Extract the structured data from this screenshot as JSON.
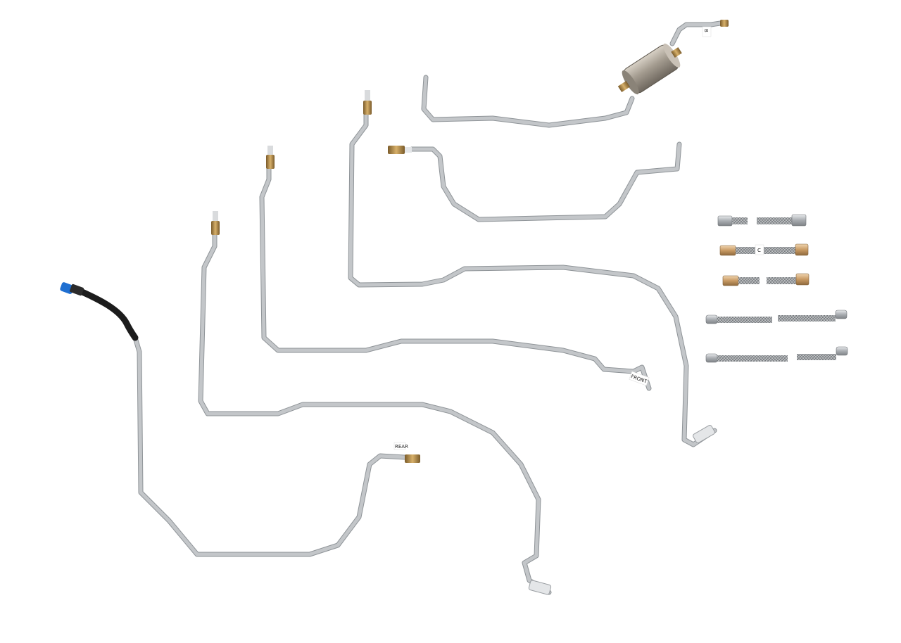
{
  "scene": {
    "background_color": "#ffffff",
    "tube_color": "#b8bcbf",
    "tube_highlight": "#e2e4e6",
    "tube_shadow": "#8f9498",
    "filter_color": "#a79e92",
    "brass_color": "#b08a4a",
    "connector_blue": "#1f6fd1",
    "braided_color": "#9a9da0",
    "black_hose_color": "#1c1c1c"
  },
  "labels": {
    "filter_tag": "B",
    "front_tag": "FRONT",
    "rear_tag": "REAR",
    "hose_tag_c": "C"
  },
  "icons": {
    "fuel_filter": "fuel-filter-icon",
    "quick_connector": "quick-connect-icon",
    "flare_nut": "flare-nut-icon",
    "braided_hose": "braided-hose-icon"
  }
}
